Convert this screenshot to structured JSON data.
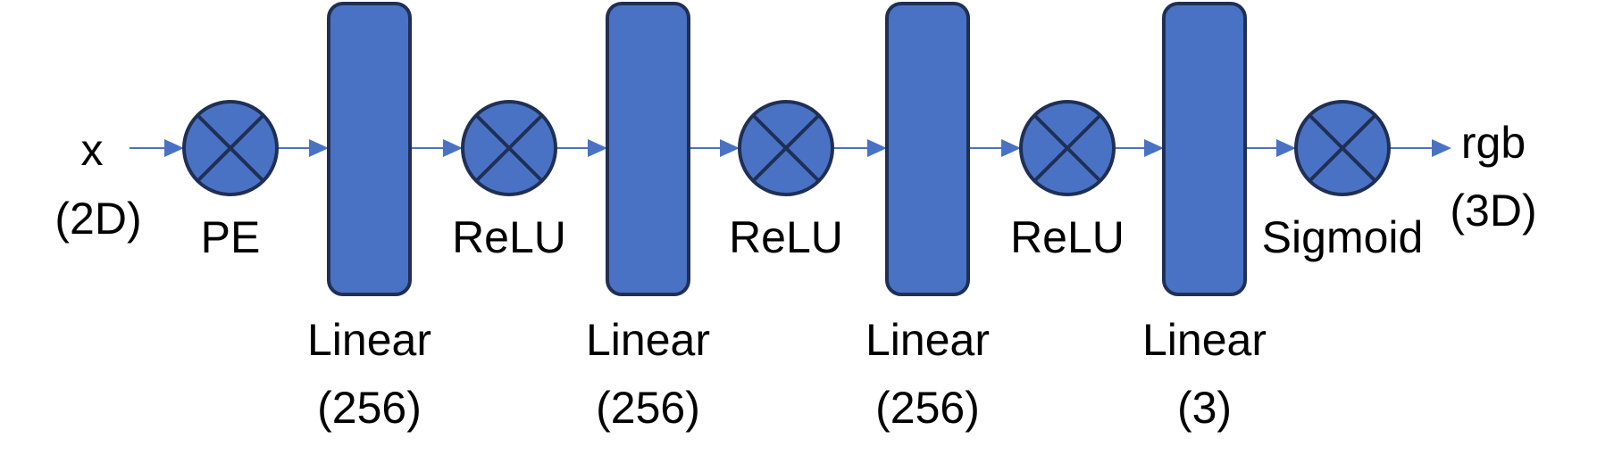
{
  "diagram": {
    "title": "MLP with positional encoding",
    "colors": {
      "block_fill": "#4a72c4",
      "block_stroke": "#1f2f55",
      "arrow": "#4a72c4",
      "text": "#000000"
    },
    "input": {
      "name": "x",
      "dim": "(2D)"
    },
    "output": {
      "name": "rgb",
      "dim": "(3D)"
    },
    "flow": [
      {
        "kind": "op",
        "label": "PE"
      },
      {
        "kind": "layer",
        "label": "Linear",
        "size": "(256)"
      },
      {
        "kind": "op",
        "label": "ReLU"
      },
      {
        "kind": "layer",
        "label": "Linear",
        "size": "(256)"
      },
      {
        "kind": "op",
        "label": "ReLU"
      },
      {
        "kind": "layer",
        "label": "Linear",
        "size": "(256)"
      },
      {
        "kind": "op",
        "label": "ReLU"
      },
      {
        "kind": "layer",
        "label": "Linear",
        "size": "(3)"
      },
      {
        "kind": "op",
        "label": "Sigmoid"
      }
    ]
  }
}
